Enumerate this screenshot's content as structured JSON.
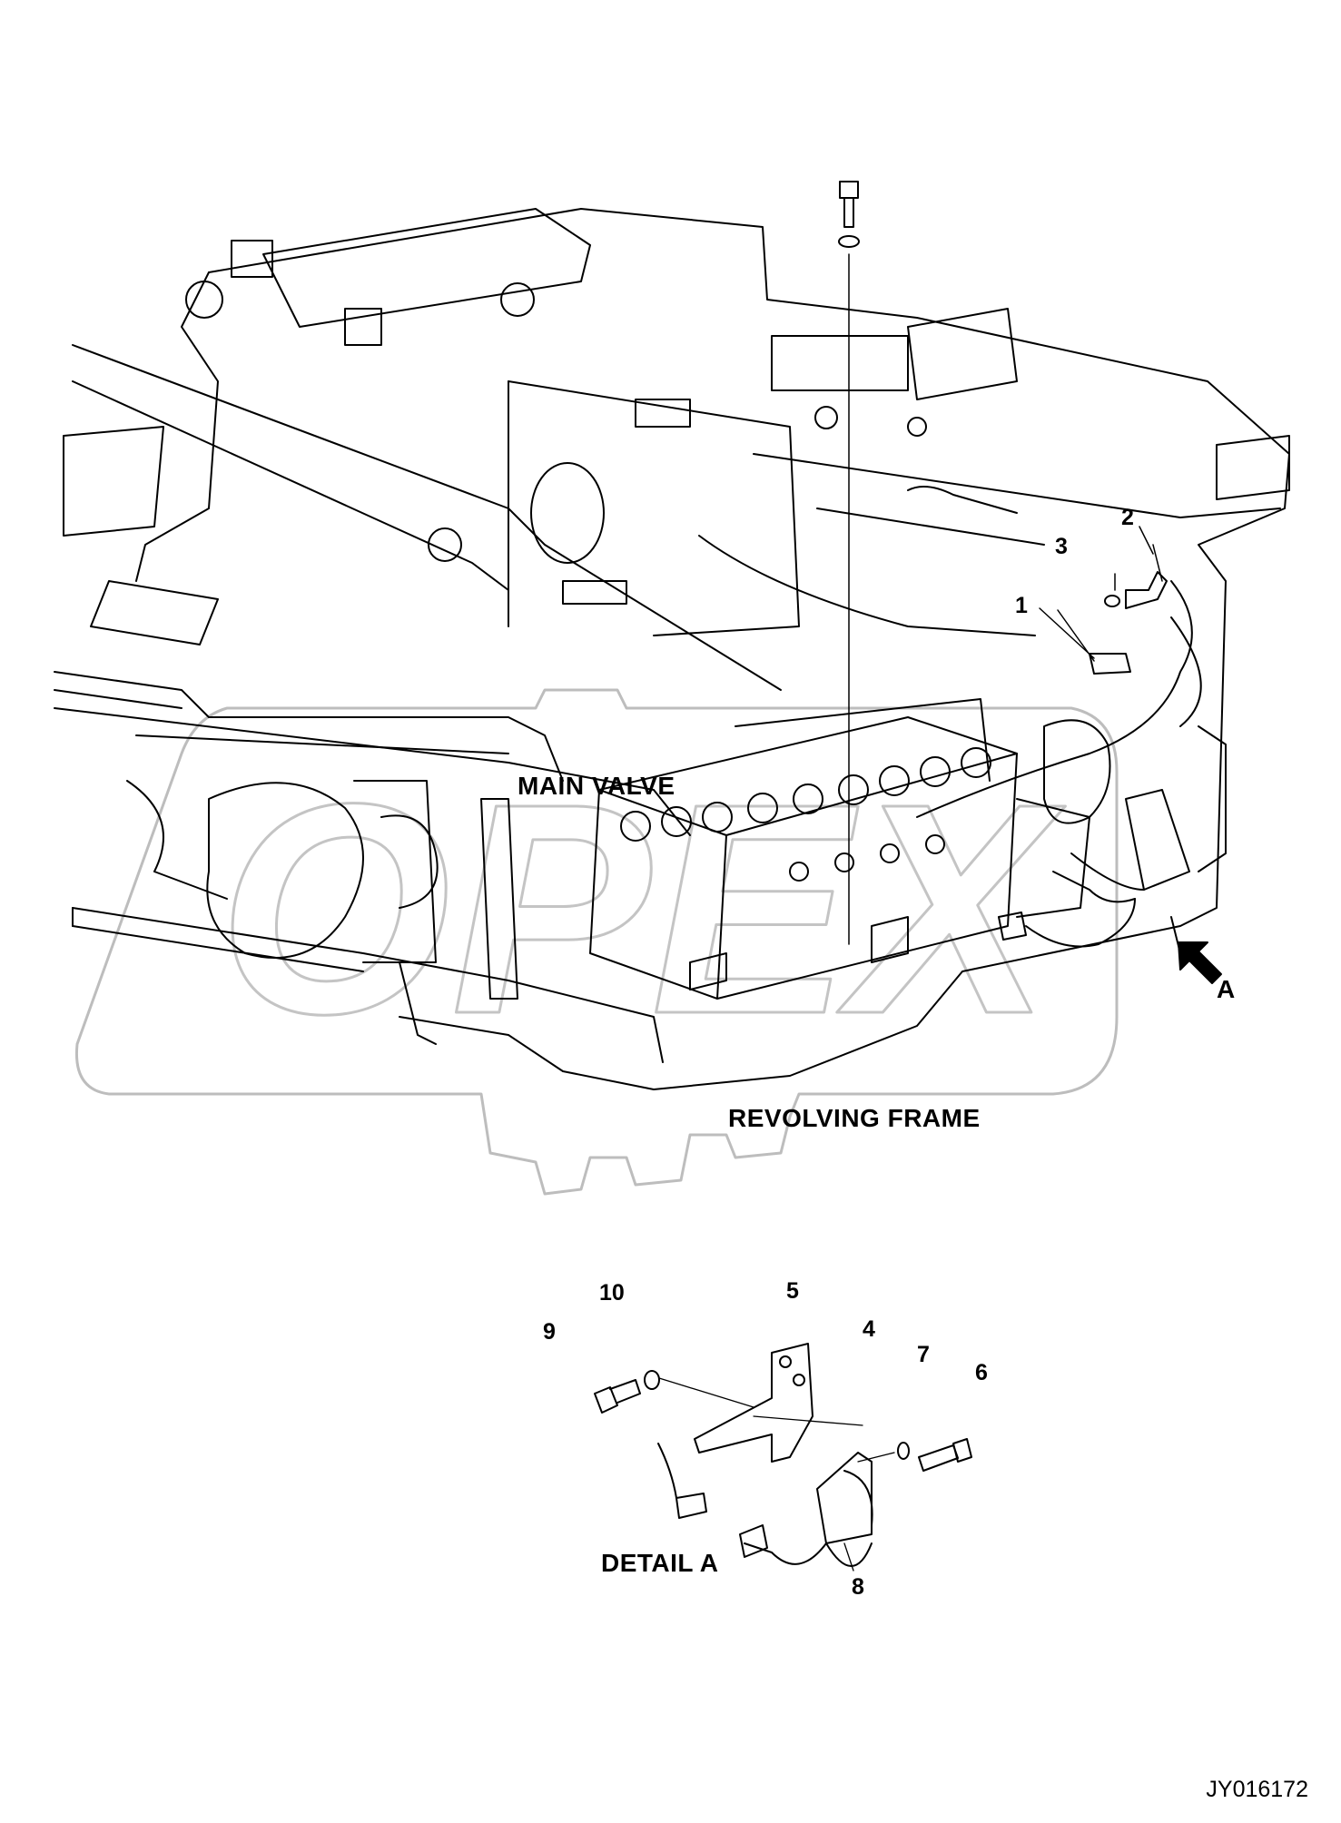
{
  "callouts": {
    "c1": "1",
    "c2": "2",
    "c3": "3",
    "c4": "4",
    "c5": "5",
    "c6": "6",
    "c7": "7",
    "c8": "8",
    "c9": "9",
    "c10": "10"
  },
  "labels": {
    "main_valve": "MAIN VALVE",
    "revolving_frame": "REVOLVING FRAME",
    "view_a": "A",
    "detail_a": "DETAIL A"
  },
  "drawing_code": "JY016172",
  "watermark": "OPEX",
  "icons": {
    "view_arrow": "view-direction-arrow-icon",
    "watermark": "gear-watermark-icon"
  }
}
